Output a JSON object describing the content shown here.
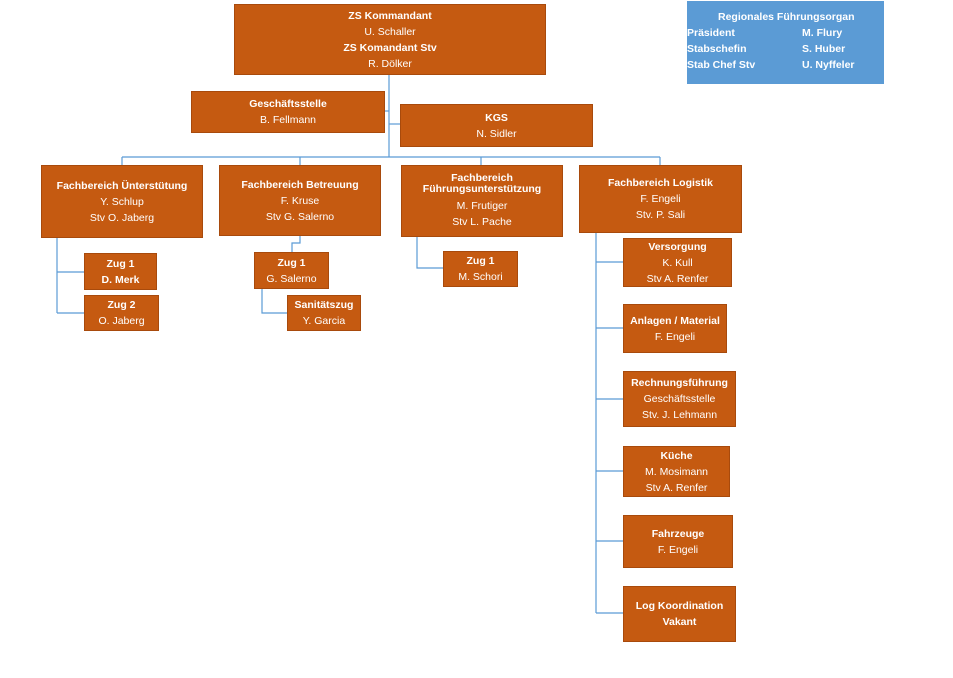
{
  "top": {
    "title1": "ZS Kommandant",
    "name1": "U. Schaller",
    "title2": "ZS Komandant Stv",
    "name2": "R. Dölker"
  },
  "geschaeft": {
    "title": "Geschäftsstelle",
    "name": "B. Fellmann"
  },
  "kgs": {
    "title": "KGS",
    "name": "N. Sidler"
  },
  "rfo": {
    "title": "Regionales Führungsorgan",
    "rows": [
      {
        "role": "Präsident",
        "name": "M. Flury"
      },
      {
        "role": "Stabschefin",
        "name": "S. Huber"
      },
      {
        "role": "Stab Chef Stv",
        "name": "U. Nyffeler"
      }
    ]
  },
  "units": [
    {
      "title": "Fachbereich Ünterstütung",
      "name": "Y. Schlup",
      "deputy": "Stv O. Jaberg"
    },
    {
      "title": "Fachbereich Betreuung",
      "name": "F. Kruse",
      "deputy": "Stv G. Salerno"
    },
    {
      "title": "Fachbereich Führungsunterstützung",
      "name": "M. Frutiger",
      "deputy": "Stv L. Pache"
    },
    {
      "title": "Fachbereich Logistik",
      "name": "F. Engeli",
      "deputy": "Stv. P. Sali"
    }
  ],
  "sub": {
    "u_zug1": {
      "title": "Zug 1",
      "name": "D. Merk"
    },
    "u_zug2": {
      "title": "Zug 2",
      "name": "O. Jaberg"
    },
    "b_zug1": {
      "title": "Zug 1",
      "name": "G. Salerno"
    },
    "b_san": {
      "title": "Sanitätszug",
      "name": "Y. Garcia"
    },
    "f_zug1": {
      "title": "Zug 1",
      "name": "M. Schori"
    }
  },
  "logistik": [
    {
      "title": "Versorgung",
      "line2": "K. Kull",
      "line3": "Stv A. Renfer"
    },
    {
      "title": "Anlagen / Material",
      "line2": "F. Engeli"
    },
    {
      "title": "Rechnungsführung",
      "line2": "Geschäftsstelle",
      "line3": "Stv. J. Lehmann"
    },
    {
      "title": "Küche",
      "line2": "M. Mosimann",
      "line3": "Stv A. Renfer"
    },
    {
      "title": "Fahrzeuge",
      "line2": "F. Engeli"
    },
    {
      "title": "Log Koordination",
      "line2": "Vakant"
    }
  ],
  "colors": {
    "box": "#c55a11",
    "rfo": "#5b9bd5",
    "line": "#5b9bd5"
  }
}
